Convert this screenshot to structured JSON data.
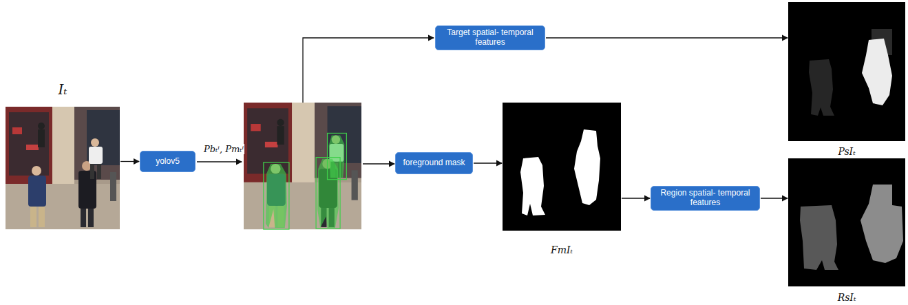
{
  "diagram": {
    "nodes": [
      {
        "text": [
          "Iₜ"
        ]
      },
      {
        "text": [
          "yolov5"
        ]
      },
      {
        "text": [
          "Target spatial- temporal features"
        ]
      },
      {
        "text": [
          "foreground mask"
        ]
      },
      {
        "text": [
          "FmIₜ"
        ]
      },
      {
        "text": [
          "Region spatial- temporal features"
        ]
      },
      {
        "text": [
          "PsIₜ"
        ]
      },
      {
        "text": [
          "RsIₜ"
        ]
      }
    ],
    "edges": [
      {
        "from": 0,
        "to": 1,
        "arrow": "to"
      },
      {
        "from": 2,
        "to": 6,
        "arrow": "to"
      },
      {
        "from": 3,
        "to": 4,
        "arrow": "to"
      },
      {
        "from": 4,
        "to": 5,
        "arrow": "to"
      },
      {
        "from": 5,
        "to": 7,
        "arrow": "to"
      }
    ],
    "labels": [
      "Pbₜⁱ, Pmₜⁱ"
    ]
  }
}
